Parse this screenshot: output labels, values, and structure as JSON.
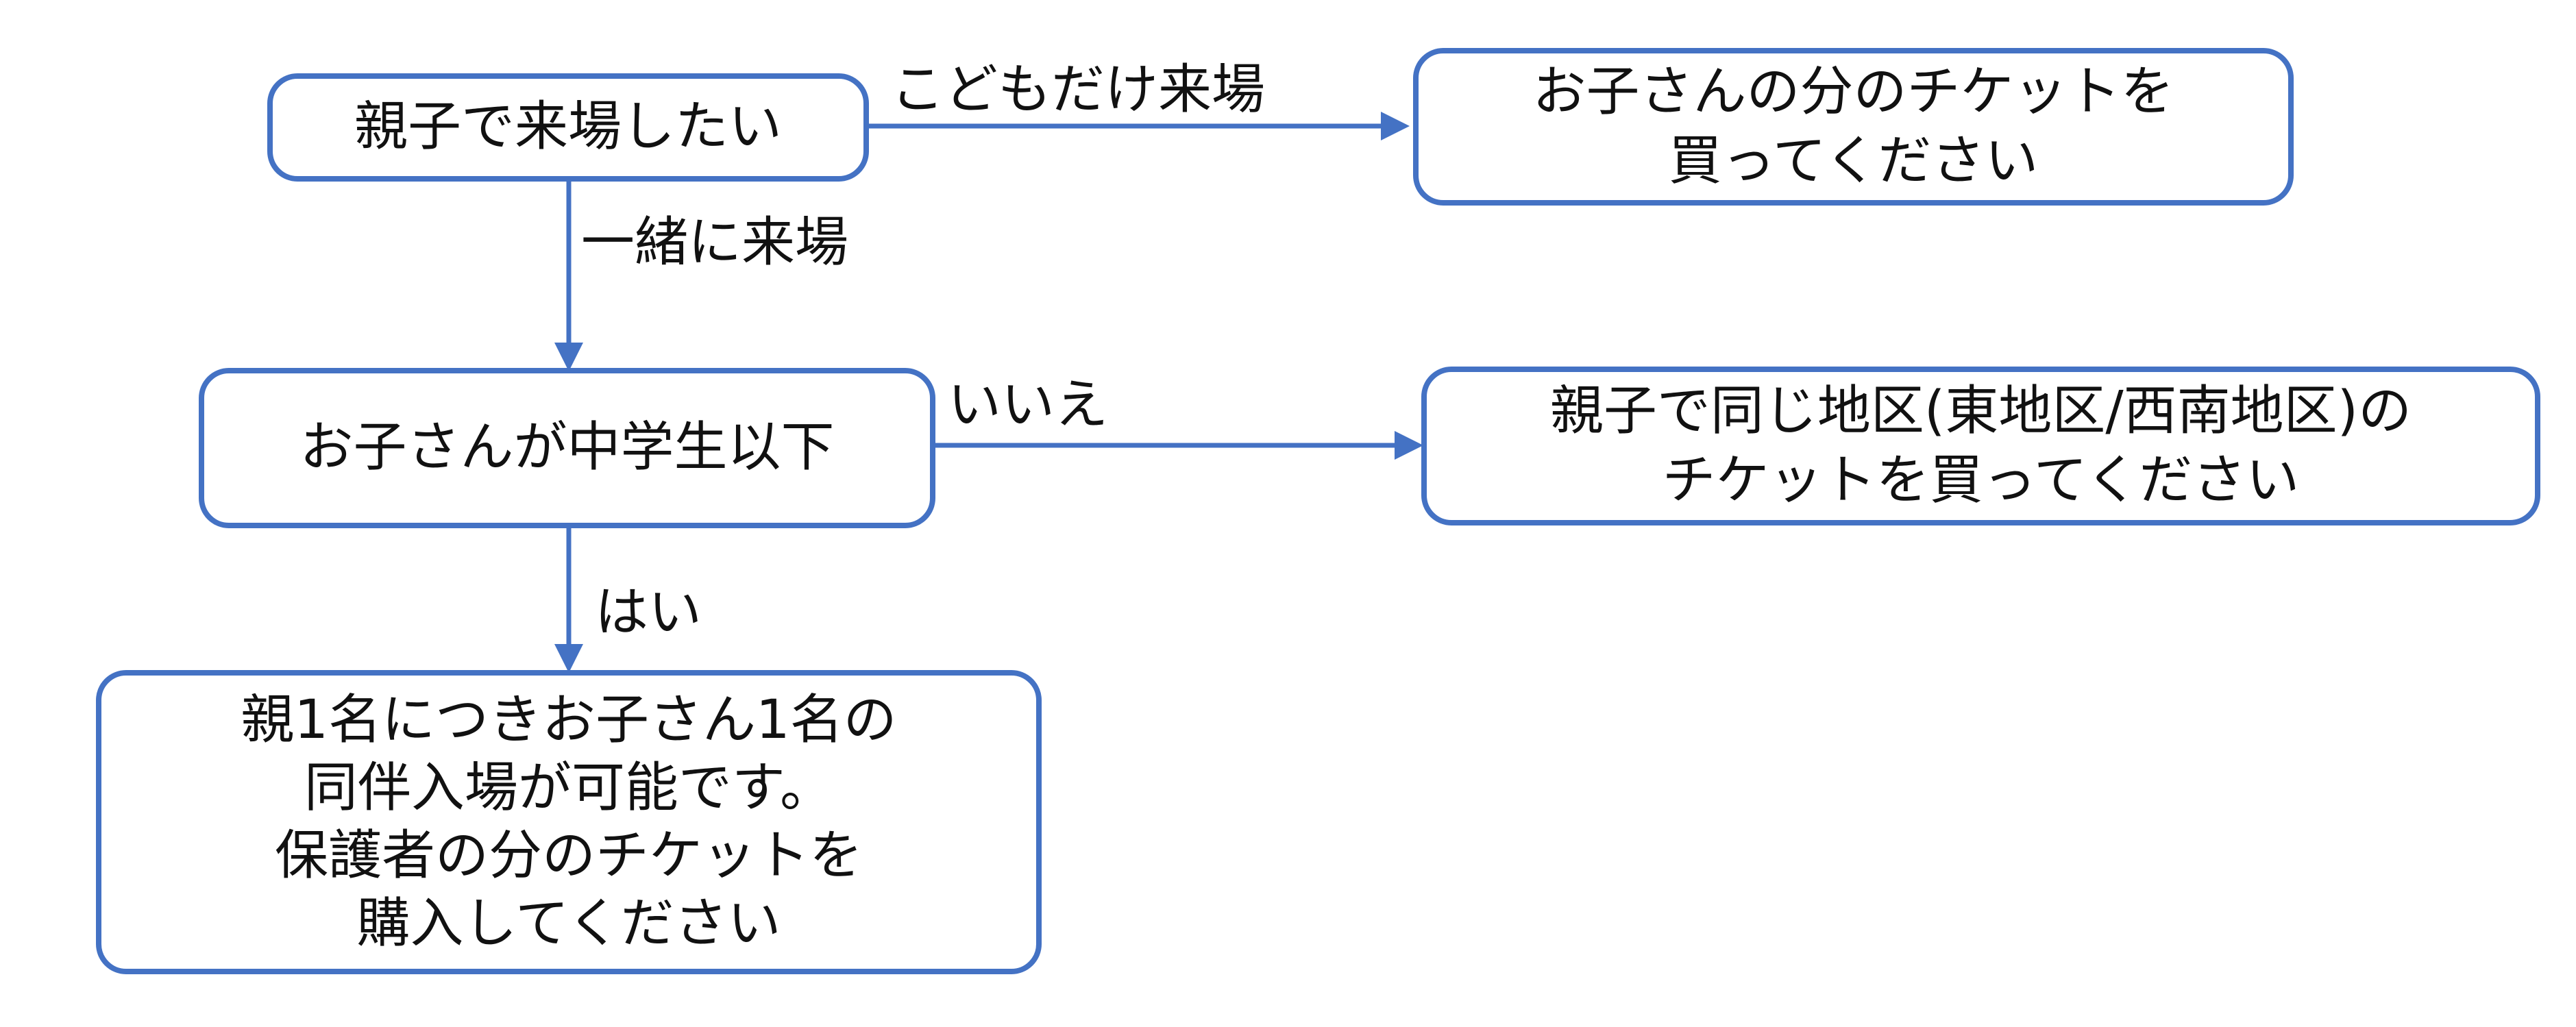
{
  "nodes": {
    "start": {
      "lines": [
        "親子で来場したい"
      ]
    },
    "child_only_result": {
      "lines": [
        "お子さんの分のチケットを",
        "買ってください"
      ]
    },
    "age_question": {
      "lines": [
        "お子さんが中学生以下"
      ]
    },
    "no_result": {
      "lines": [
        "親子で同じ地区(東地区/西南地区)の",
        "チケットを買ってください"
      ]
    },
    "yes_result": {
      "lines": [
        "親1名につきお子さん1名の",
        "同伴入場が可能です。",
        "保護者の分のチケットを",
        "購入してください"
      ]
    }
  },
  "edges": {
    "child_only": {
      "label": "こどもだけ来場"
    },
    "together": {
      "label": "一緒に来場"
    },
    "no": {
      "label": "いいえ"
    },
    "yes": {
      "label": "はい"
    }
  },
  "colors": {
    "stroke": "#4472c4",
    "text": "#111111",
    "background": "#ffffff"
  }
}
